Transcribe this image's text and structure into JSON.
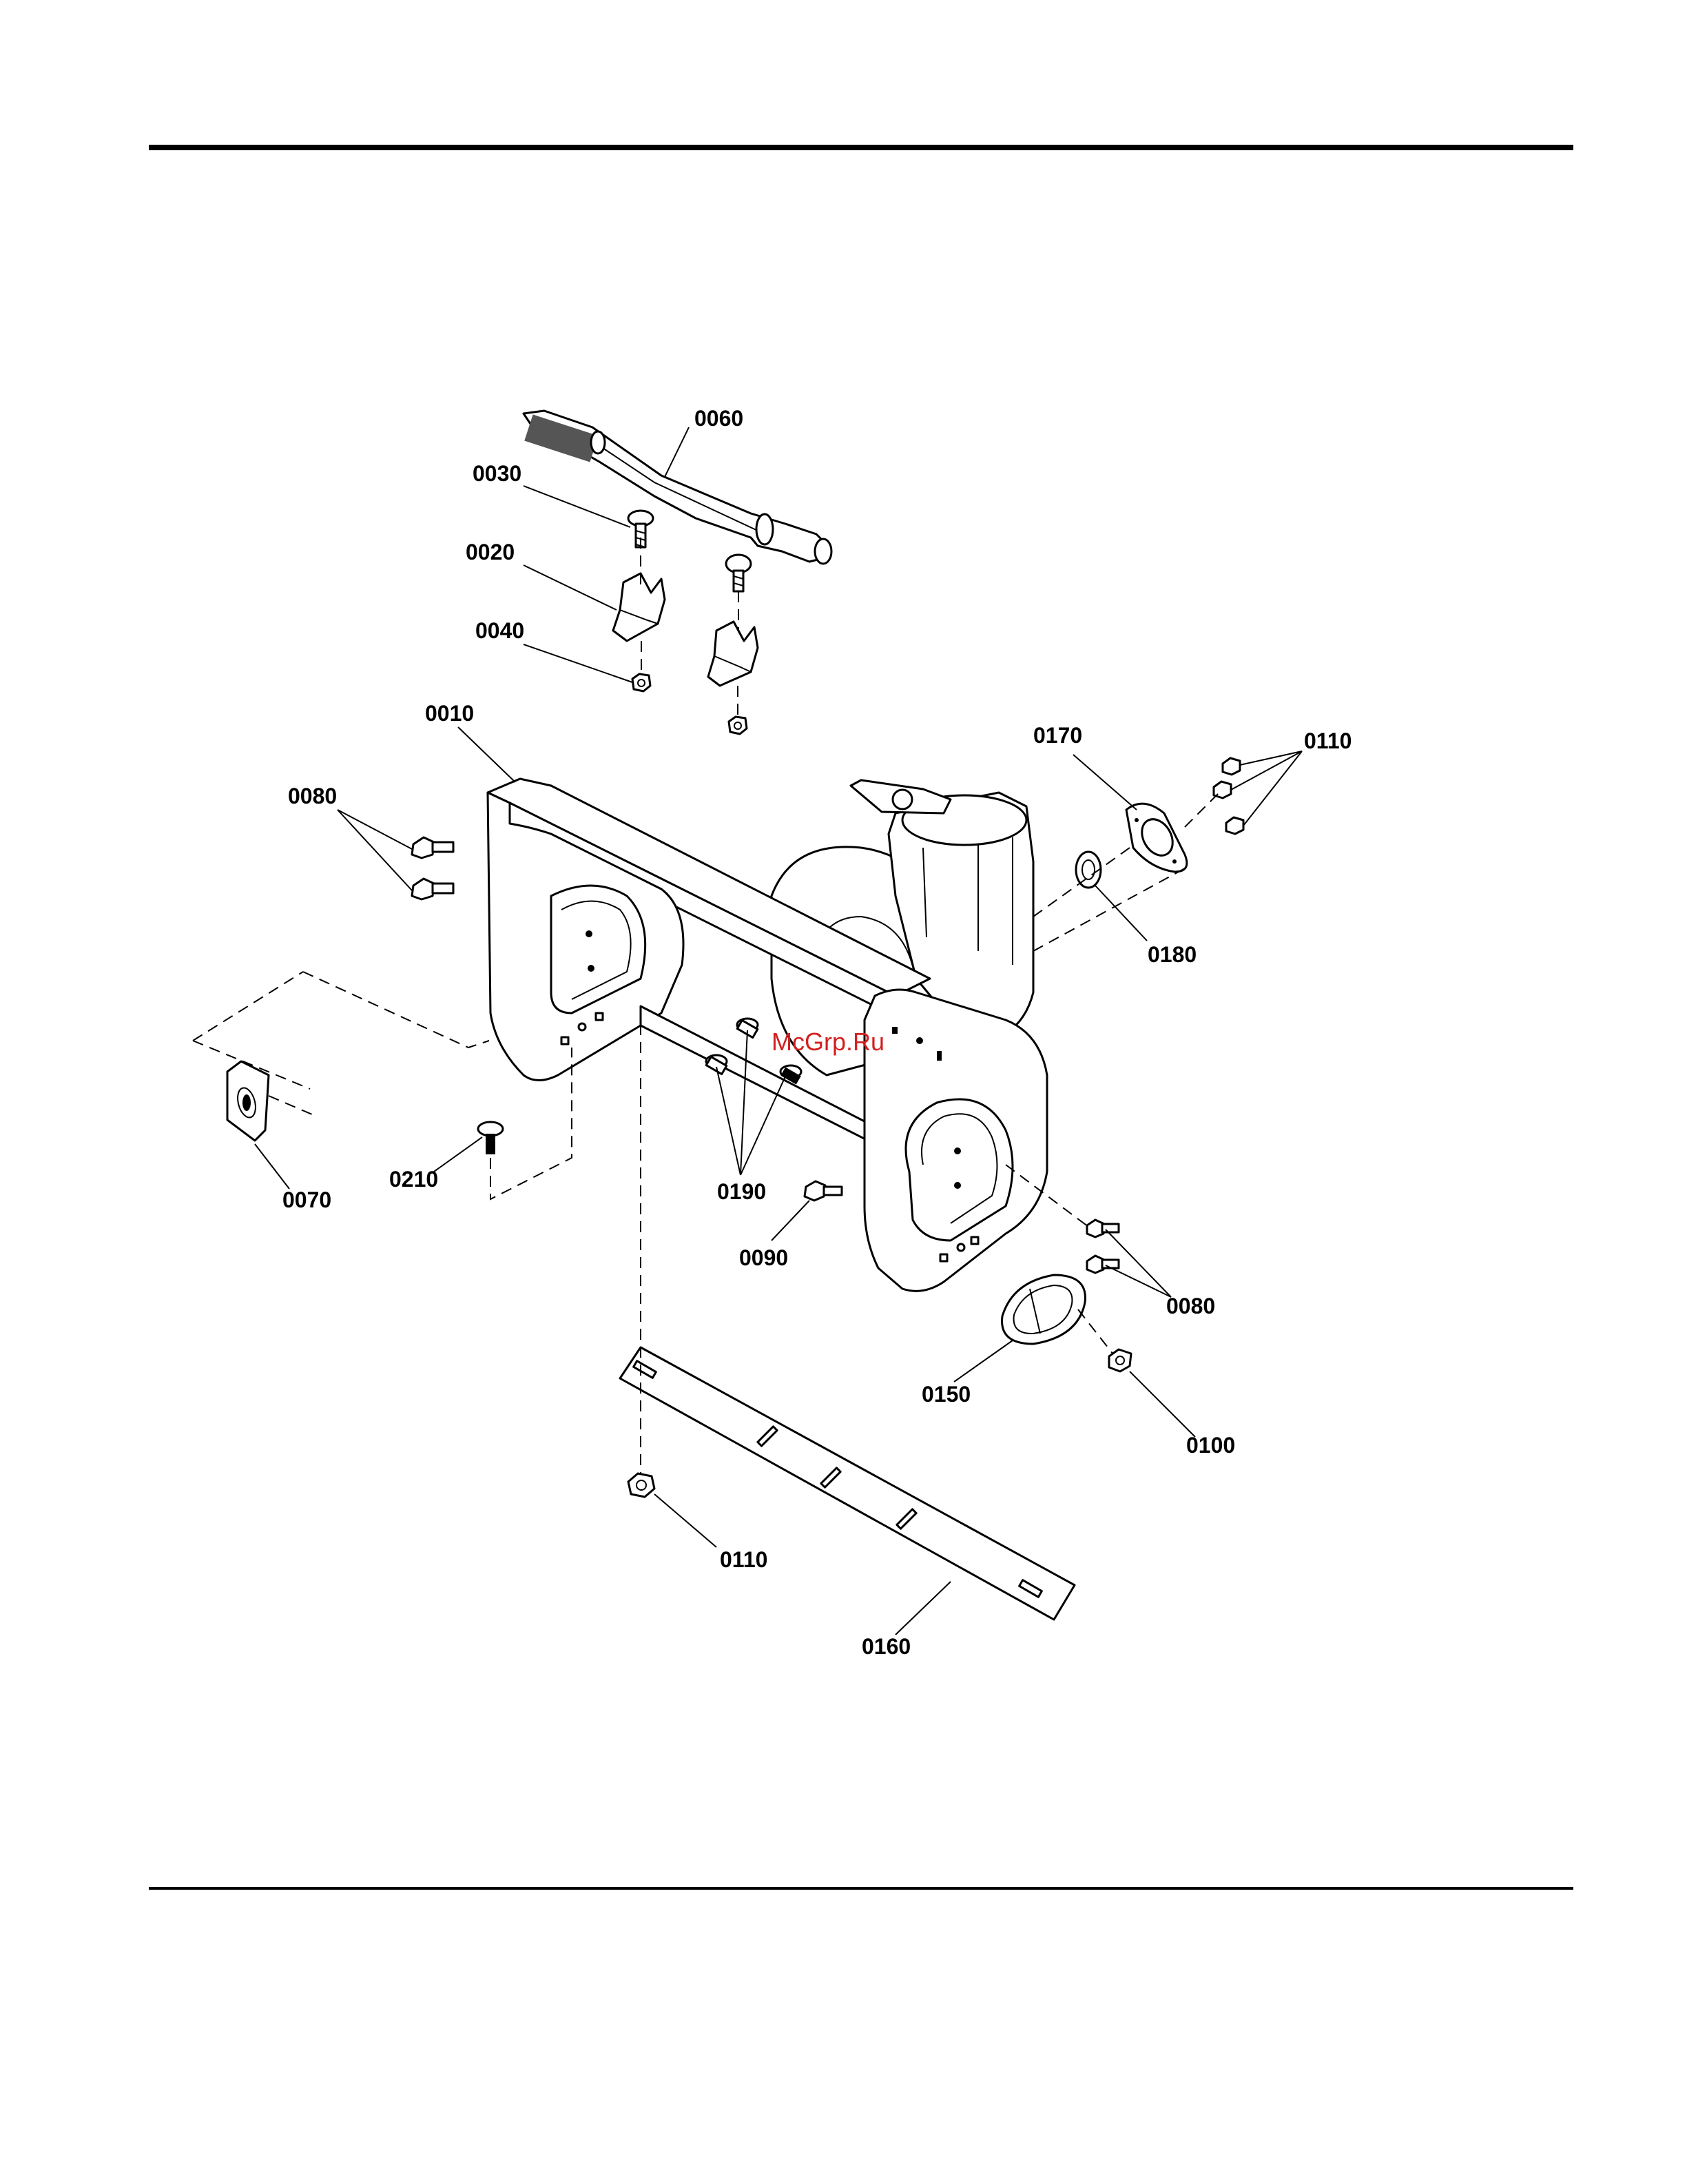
{
  "diagram": {
    "callouts": {
      "c0060": "0060",
      "c0030": "0030",
      "c0020": "0020",
      "c0040": "0040",
      "c0010": "0010",
      "c0080a": "0080",
      "c0170": "0170",
      "c0110a": "0110",
      "c0180": "0180",
      "c0070": "0070",
      "c0210": "0210",
      "c0190": "0190",
      "c0090": "0090",
      "c0080b": "0080",
      "c0150": "0150",
      "c0100": "0100",
      "c0110b": "0110",
      "c0160": "0160"
    },
    "watermark": "McGrp.Ru"
  },
  "colors": {
    "ink": "#000000",
    "paper": "#ffffff",
    "watermark": "#d42020"
  }
}
